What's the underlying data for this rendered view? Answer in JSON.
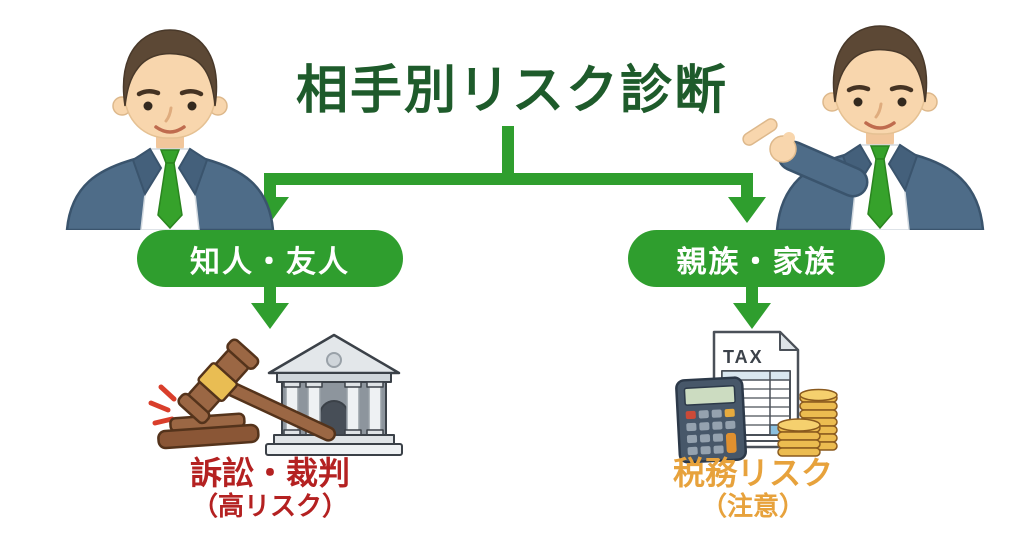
{
  "title": "相手別リスク診断",
  "colors": {
    "title_green": "#1e5b2b",
    "line_green": "#2f9e2e",
    "pill_green": "#2f9e2e",
    "high_risk_red": "#b42121",
    "caution_orange": "#e7a23c",
    "suit_blue": "#4e6c88",
    "tie_green": "#36a22b"
  },
  "branches": [
    {
      "label": "知人・友人",
      "outcome": "訴訟・裁判",
      "severity": "（高リスク）",
      "icons": [
        "gavel-icon",
        "courthouse-icon"
      ]
    },
    {
      "label": "親族・家族",
      "outcome": "税務リスク",
      "severity": "（注意）",
      "icons": [
        "tax-document-icon",
        "calculator-icon",
        "coin-stack-icon"
      ]
    }
  ],
  "tax_document": {
    "label": "TAX"
  },
  "decorations": [
    "businessman-left-illustration",
    "businessman-pointing-illustration"
  ]
}
